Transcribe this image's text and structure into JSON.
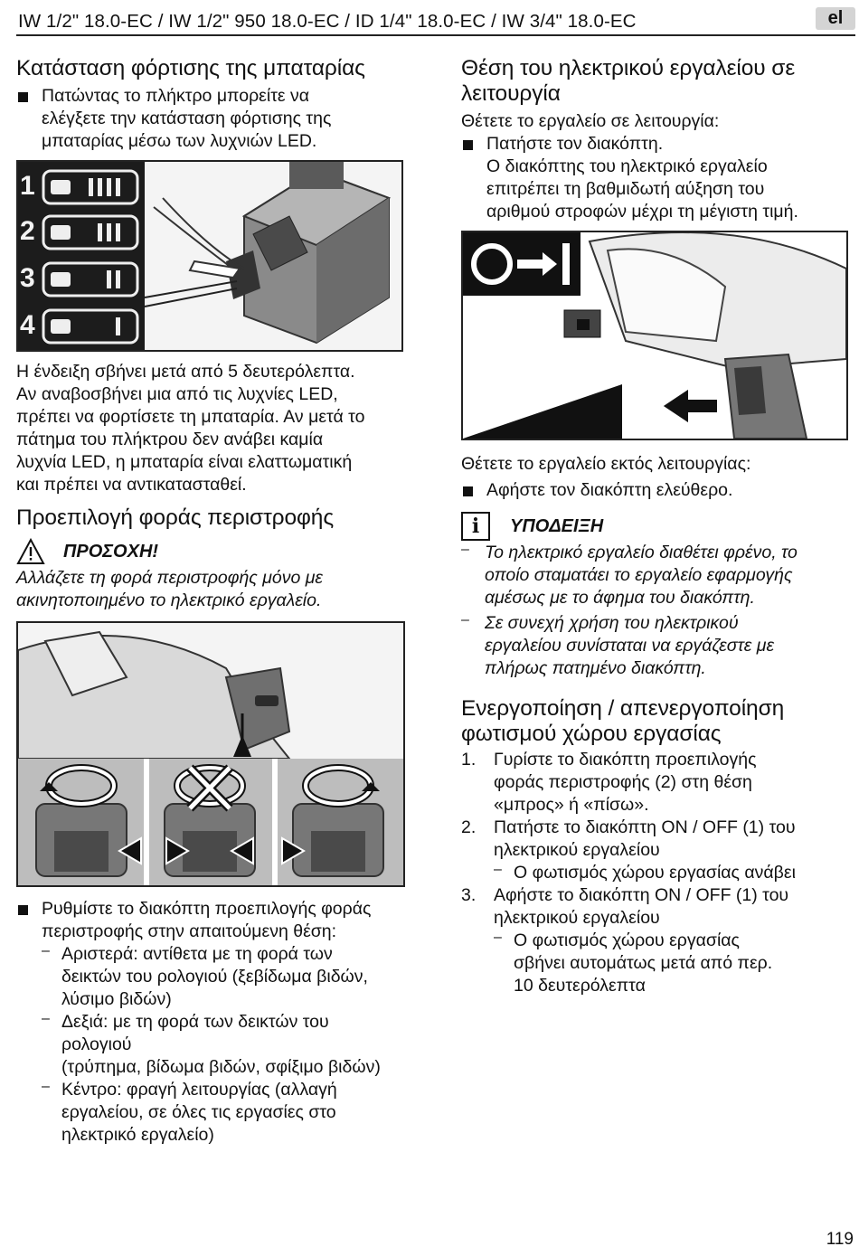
{
  "header": {
    "title": "IW 1/2\" 18.0-EC / IW 1/2\" 950 18.0-EC / ID 1/4\" 18.0-EC / IW 3/4\" 18.0-EC",
    "lang": "el"
  },
  "left": {
    "battery": {
      "heading": "Κατάσταση φόρτισης της μπαταρίας",
      "bullet_lines": [
        "Πατώντας το πλήκτρο μπορείτε να",
        "ελέγξετε την κατάσταση φόρτισης της",
        "μπαταρίας μέσω των λυχνιών LED."
      ],
      "figure_numbers": [
        "1",
        "2",
        "3",
        "4"
      ],
      "after_lines": [
        "Η ένδειξη σβήνει μετά από 5 δευτερόλεπτα.",
        "Αν αναβοσβήνει μια από τις λυχνίες LED,",
        "πρέπει να φορτίσετε τη μπαταρία. Αν μετά το",
        "πάτημα του πλήκτρου δεν ανάβει καμία",
        "λυχνία LED, η μπαταρία είναι ελαττωματική",
        "και πρέπει να αντικατασταθεί."
      ]
    },
    "rotation": {
      "heading": "Προεπιλογή φοράς περιστροφής",
      "warning_label": "ΠΡΟΣΟΧΗ!",
      "warning_lines": [
        "Αλλάζετε τη φορά περιστροφής μόνο με",
        "ακινητοποιημένο το ηλεκτρικό εργαλείο."
      ],
      "bullet_lines": [
        "Ρυθμίστε το διακόπτη προεπιλογής φοράς",
        "περιστροφής στην απαιτούμενη θέση:"
      ],
      "items": [
        {
          "term": "Αριστερά:",
          "first": " αντίθετα με τη φορά των",
          "rest": [
            "δεικτών του ρολογιού (ξεβίδωμα βιδών,",
            "λύσιμο βιδών)"
          ]
        },
        {
          "term": "Δεξιά:",
          "first": " με τη φορά των δεικτών του",
          "rest": [
            "ρολογιού",
            "(τρύπημα, βίδωμα βιδών, σφίξιμο βιδών)"
          ]
        },
        {
          "term": "Κέντρο:",
          "first": " φραγή λειτουργίας (αλλαγή",
          "rest": [
            "εργαλείου, σε όλες τις εργασίες στο",
            "ηλεκτρικό εργαλείο)"
          ]
        }
      ]
    }
  },
  "right": {
    "operation": {
      "heading_lines": [
        "Θέση του ηλεκτρικού εργαλείου σε",
        "λειτουργία"
      ],
      "intro": "Θέτετε το εργαλείο σε λειτουργία:",
      "bullet_lines": [
        "Πατήστε τον διακόπτη.",
        "Ο διακόπτης του ηλεκτρικό εργαλείο",
        "επιτρέπει τη βαθμιδωτή αύξηση του",
        "αριθμού στροφών μέχρι τη μέγιστη τιμή."
      ],
      "off_intro": "Θέτετε το εργαλείο εκτός λειτουργίας:",
      "off_bullet": "Αφήστε τον διακόπτη ελεύθερο."
    },
    "note": {
      "icon_glyph": "i",
      "label": "ΥΠΟΔΕΙΞΗ",
      "items": [
        [
          "Το ηλεκτρικό εργαλείο διαθέτει φρένο, το",
          "οποίο σταματάει το εργαλείο εφαρμογής",
          "αμέσως με το άφημα του διακόπτη."
        ],
        [
          "Σε συνεχή χρήση του ηλεκτρικού",
          "εργαλείου συνίσταται να εργάζεστε με",
          "πλήρως πατημένο διακόπτη."
        ]
      ]
    },
    "light": {
      "heading_lines": [
        "Ενεργοποίηση / απενεργοποίηση",
        "φωτισμού χώρου εργασίας"
      ],
      "steps": [
        {
          "num": "1.",
          "lines": [
            "Γυρίστε το διακόπτη προεπιλογής",
            "φοράς περιστροφής (2) στη θέση",
            "«μπρος» ή «πίσω»."
          ],
          "sub": []
        },
        {
          "num": "2.",
          "lines": [
            "Πατήστε το διακόπτη ON / OFF (1) του",
            "ηλεκτρικού εργαλείου"
          ],
          "sub": [
            "Ο φωτισμός χώρου εργασίας ανάβει"
          ]
        },
        {
          "num": "3.",
          "lines": [
            "Αφήστε το διακόπτη ON / OFF (1) του",
            "ηλεκτρικού εργαλείου"
          ],
          "sub": [
            "Ο φωτισμός χώρου εργασίας",
            "σβήνει αυτομάτως μετά από περ.",
            "10 δευτερόλεπτα"
          ]
        }
      ]
    }
  },
  "page_number": "119"
}
